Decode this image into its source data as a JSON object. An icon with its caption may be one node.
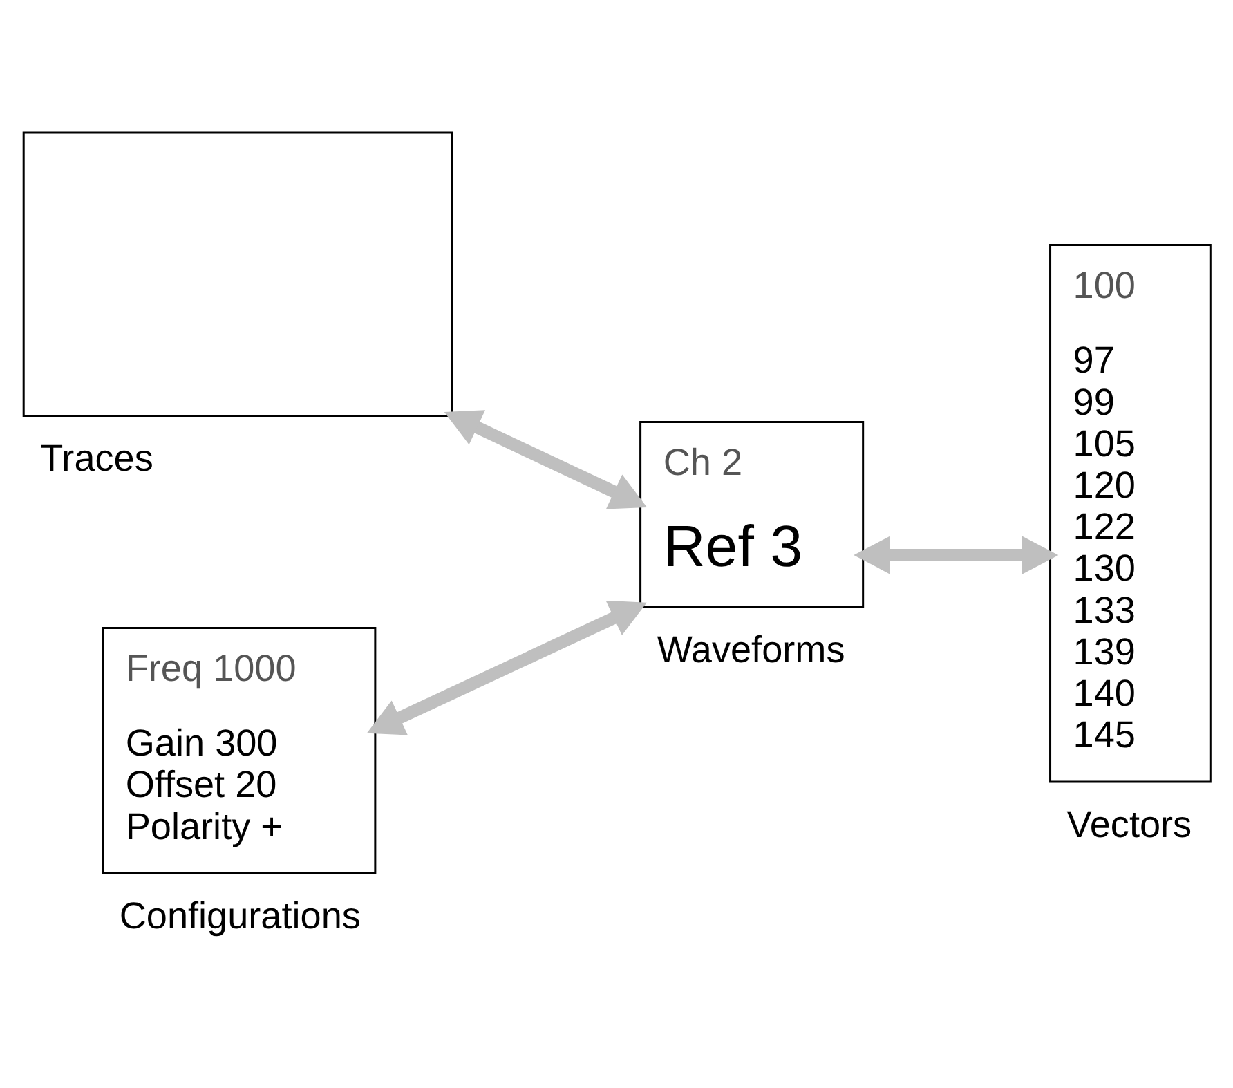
{
  "diagram": {
    "nodes": [
      {
        "text": [],
        "shape": "box",
        "beside": [
          "Traces"
        ]
      },
      {
        "text": [
          "Ch 2",
          "Ref 3"
        ],
        "beside": [
          "Waveforms"
        ]
      },
      {
        "text": [
          "100",
          "97 99 105 120 122 130 133 139 140 145"
        ],
        "beside": [
          "Vectors"
        ]
      },
      {
        "text": [
          "Freq 1000",
          "Gain 300 Offset 20 Polarity +"
        ],
        "beside": [
          "Configurations"
        ]
      }
    ],
    "edges": [
      {
        "from": 0,
        "to": 1,
        "arrow": "both"
      },
      {
        "from": 3,
        "to": 1,
        "arrow": "both"
      },
      {
        "from": 1,
        "to": 2,
        "arrow": "both"
      }
    ]
  }
}
